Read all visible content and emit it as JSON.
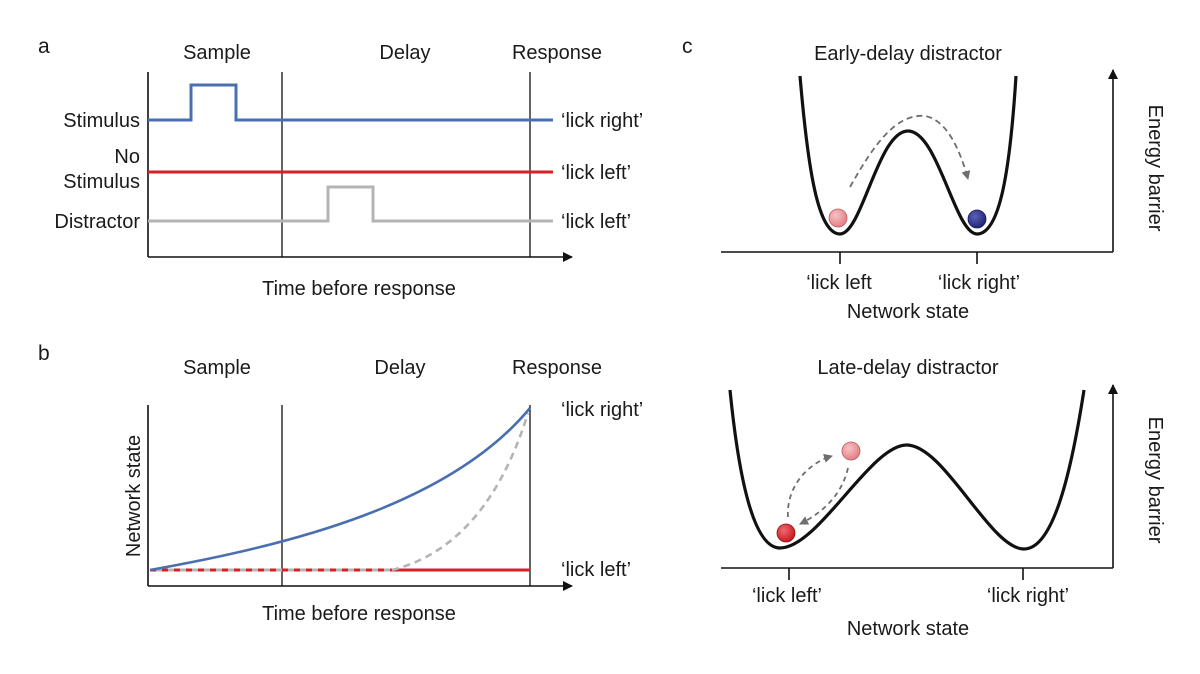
{
  "colors": {
    "stimulus": "#4a6fb0",
    "no_stimulus": "#d61f26",
    "distractor": "#b4b4b4",
    "axis": "#111111",
    "arrow": "#6e6e6e",
    "ball_light": "#e98a8f",
    "ball_dark": "#2a2f86",
    "ball_red": "#d61f26"
  },
  "panel_a": {
    "letter": "a",
    "phases": [
      "Sample",
      "Delay",
      "Response"
    ],
    "rows": [
      {
        "label": "Stimulus",
        "outcome": "‘lick right’"
      },
      {
        "label_line1": "No",
        "label_line2": "Stimulus",
        "outcome": "‘lick left’"
      },
      {
        "label": "Distractor",
        "outcome": "‘lick left’"
      }
    ],
    "xlabel": "Time before response"
  },
  "panel_b": {
    "letter": "b",
    "phases": [
      "Sample",
      "Delay",
      "Response"
    ],
    "ylabel": "Network state",
    "xlabel": "Time before response",
    "top_label": "‘lick right’",
    "bottom_label": "‘lick left’"
  },
  "panel_c": {
    "letter": "c",
    "top": {
      "title": "Early-delay distractor",
      "well_left": "‘lick left",
      "well_right": "‘lick right’",
      "xlabel": "Network state",
      "ylabel": "Energy barrier"
    },
    "bottom": {
      "title": "Late-delay distractor",
      "well_left": "‘lick left’",
      "well_right": "‘lick right’",
      "xlabel": "Network state",
      "ylabel": "Energy barrier"
    }
  }
}
